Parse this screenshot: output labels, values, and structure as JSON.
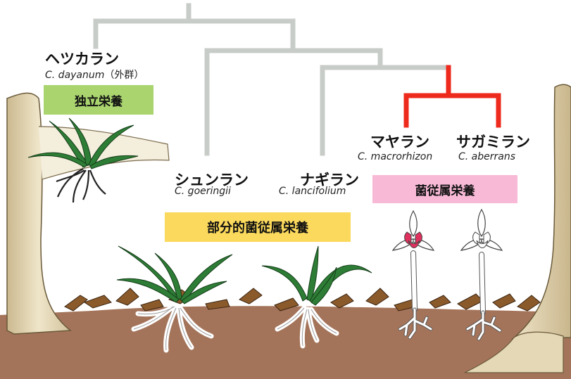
{
  "taxa": {
    "dayanum": {
      "common_name": "ヘツカラン",
      "scientific_name": "C. dayanum",
      "note": "（外群）"
    },
    "goeringii": {
      "common_name": "シュンラン",
      "scientific_name": "C. goeringii"
    },
    "lancifolium": {
      "common_name": "ナギラン",
      "scientific_name": "C. lancifolium"
    },
    "macrorhizon": {
      "common_name": "マヤラン",
      "scientific_name": "C. macrorhizon"
    },
    "aberrans": {
      "common_name": "サガミラン",
      "scientific_name": "C. aberrans"
    }
  },
  "nutrition_labels": {
    "autotrophic": "独立栄養",
    "partial": "部分的菌従属栄養",
    "full": "菌従属栄養"
  },
  "colors": {
    "tree_branch": "#c8ccc8",
    "highlight_branch": "#ee2a1c",
    "autotrophic_box": "#a9d46e",
    "partial_box": "#fbd95c",
    "full_box": "#f7b9d6",
    "soil": "#a4745a",
    "tree_trunk": "#e2d5b3",
    "leaf": "#2e7d36"
  }
}
